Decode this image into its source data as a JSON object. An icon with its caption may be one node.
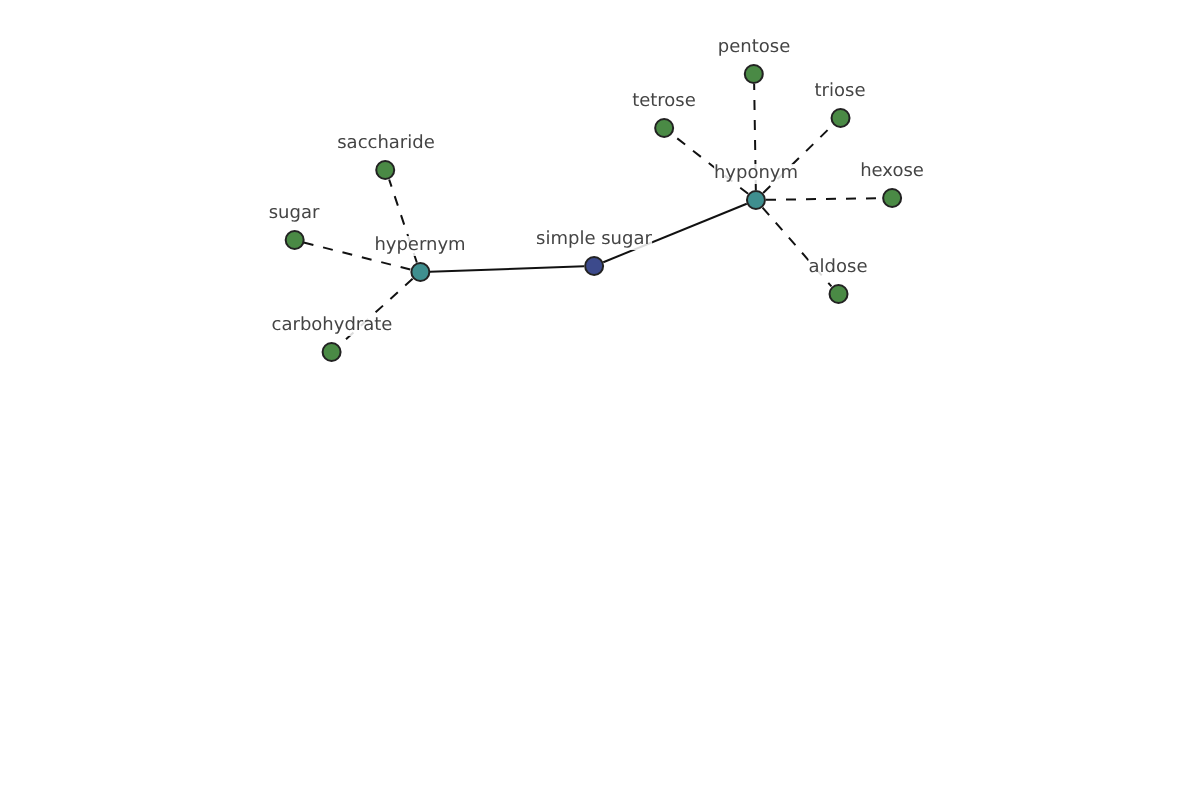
{
  "diagram": {
    "nodes": [
      {
        "text": [
          "simple sugar"
        ]
      },
      {
        "text": [
          "hypernym"
        ]
      },
      {
        "text": [
          "hyponym"
        ]
      },
      {
        "text": [
          "saccharide"
        ]
      },
      {
        "text": [
          "sugar"
        ]
      },
      {
        "text": [
          "carbohydrate"
        ]
      },
      {
        "text": [
          "pentose"
        ]
      },
      {
        "text": [
          "tetrose"
        ]
      },
      {
        "text": [
          "triose"
        ]
      },
      {
        "text": [
          "hexose"
        ]
      },
      {
        "text": [
          "aldose"
        ]
      }
    ],
    "edges": [
      {
        "from": 0,
        "to": 1,
        "arrow": "none"
      },
      {
        "from": 0,
        "to": 2,
        "arrow": "none"
      },
      {
        "from": 1,
        "to": 3,
        "arrow": "none",
        "style": "dashed"
      },
      {
        "from": 1,
        "to": 4,
        "arrow": "none",
        "style": "dashed"
      },
      {
        "from": 1,
        "to": 5,
        "arrow": "none",
        "style": "dashed"
      },
      {
        "from": 2,
        "to": 6,
        "arrow": "none",
        "style": "dashed"
      },
      {
        "from": 2,
        "to": 7,
        "arrow": "none",
        "style": "dashed"
      },
      {
        "from": 2,
        "to": 8,
        "arrow": "none",
        "style": "dashed"
      },
      {
        "from": 2,
        "to": 9,
        "arrow": "none",
        "style": "dashed"
      },
      {
        "from": 2,
        "to": 10,
        "arrow": "none",
        "style": "dashed"
      }
    ]
  }
}
